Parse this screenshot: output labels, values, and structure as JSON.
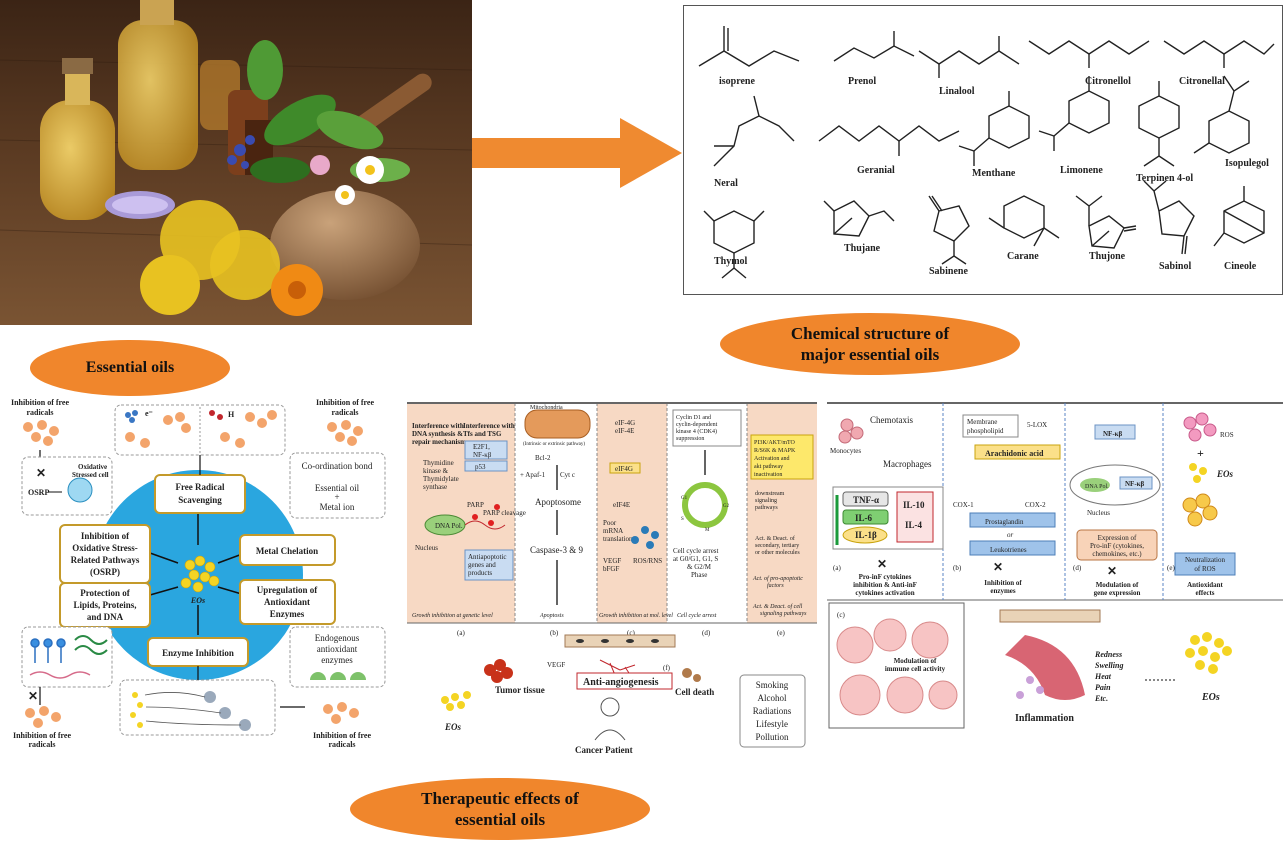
{
  "photo": {
    "label": "herbs-and-oils-photo"
  },
  "chemical_box": {
    "compounds": [
      "isoprene",
      "Prenol",
      "Linalool",
      "Citronellol",
      "Citronellal",
      "Neral",
      "Geranial",
      "Menthane",
      "Limonene",
      "Terpinen 4-ol",
      "Isopulegol",
      "Thymol",
      "Thujane",
      "Sabinene",
      "Carane",
      "Thujone",
      "Sabinol",
      "Cineole"
    ]
  },
  "blobs": {
    "essential_oils": "Essential oils",
    "chemical_structure_1": "Chemical structure of",
    "chemical_structure_2": "major essential oils",
    "therapeutic_1": "Therapeutic effects of",
    "therapeutic_2": "essential oils"
  },
  "antioxidant": {
    "center": "EOs",
    "free_radical": [
      "Free Radical",
      "Scavenging"
    ],
    "metal_chelation": "Metal Chelation",
    "osrp": [
      "Inhibition of",
      "Oxidative Stress-",
      "Related Pathways",
      "(OSRP)"
    ],
    "upregulation": [
      "Upregulation of",
      "Antioxidant",
      "Enzymes"
    ],
    "protection": [
      "Protection of",
      "Lipids, Proteins,",
      "and DNA"
    ],
    "enzyme_inhibition": "Enzyme Inhibition",
    "inhibition_free_radicals": "Inhibition of free",
    "radicals": "radicals",
    "osrp_short": "OSRP",
    "oxidative_stressed": [
      "Oxidative",
      "Stressed cell"
    ],
    "coordination": "Co-ordination bond",
    "essential_oil": "Essential oil",
    "plus": "+",
    "metal_ion": "Metal ion",
    "endogenous": [
      "Endogenous",
      "antioxidant",
      "enzymes"
    ],
    "electron": "e⁻",
    "hydrogen": "H"
  },
  "cancer": {
    "col_a_title": [
      "Interference with",
      "DNA synthesis &",
      "repair mechanism"
    ],
    "col_a_enzyme": [
      "Thymidine",
      "kinase &",
      "Thymidylate",
      "synthase"
    ],
    "col_a2_title": [
      "Interference with",
      "Tfs and TSG"
    ],
    "tfs": [
      "E2F1,",
      "NF-κβ"
    ],
    "p53": "p53",
    "dna_pol": "DNA Pol.",
    "parp": "PARP",
    "parp_cleavage": "PARP cleavage",
    "nucleus": "Nucleus",
    "antiapoptotic": [
      "Antiapoptotic",
      "genes and",
      "products"
    ],
    "mito": [
      "Mitochondria",
      "(Intrinsic or extrinsic pathway)"
    ],
    "bcl2": "Bcl-2",
    "apaf": "+ Apaf-1",
    "cytc": "Cyt c",
    "apoptosome": "Apoptosome",
    "caspase": "Caspase-3  & 9",
    "eif": [
      "eIF-4G",
      "eIF-4E"
    ],
    "eif4g": "eIF4G",
    "eif4e": "eIF4E",
    "poor_mrna": [
      "Poor",
      "mRNA",
      "translation"
    ],
    "vegf_bfgf": [
      "VEGF",
      "bFGF"
    ],
    "ros_rns": "ROS/RNS",
    "cyclin": [
      "Cyclin D1 and",
      "cyclin-dependent",
      "kinase 4 (CDK4)",
      "suppression"
    ],
    "cell_cycle": [
      "Cell cycle arrest",
      "at G0/G1, G1, S",
      "& G2/M",
      "Phase"
    ],
    "phases": [
      "G1",
      "S",
      "G2",
      "M"
    ],
    "pi3k": [
      "PI3K/AKT/mTO",
      "R/S6K & MAPK",
      "Activation and",
      "akt pathway",
      "inactivation"
    ],
    "downstream": [
      "downstream",
      "signaling",
      "pathways"
    ],
    "act_deact": [
      "Act. & Deact. of",
      "secondary, tertiary",
      "or other molecules"
    ],
    "act_pro": [
      "Act. of pro-apoptotic",
      "factors"
    ],
    "act_deact_cell": [
      "Act. & Deact. of  cell",
      "signaling pathways"
    ],
    "growth_gen": "Growth inhibition at genetic level",
    "apoptosis": "Apoptosis",
    "growth_mol": "Growth inhibition at mol. level",
    "cell_cycle_arrest": "Cell cycle arrest",
    "panel_labels": [
      "(a)",
      "(b)",
      "(c)",
      "(d)",
      "(e)",
      "(f)"
    ],
    "vegf": "VEGF",
    "tumor": "Tumor tissue",
    "anti_angio": "Anti-angiogenesis",
    "cell_death": "Cell death",
    "eos": "EOs",
    "patient": "Cancer Patient",
    "risk": [
      "Smoking",
      "Alcohol",
      "Radiations",
      "Lifestyle",
      "Pollution"
    ]
  },
  "inflammation": {
    "chemotaxis": "Chemotaxis",
    "monocytes": "Monocytes",
    "macrophages": "Macrophages",
    "tnf": "TNF-α",
    "il6": "IL-6",
    "il1b": "IL-1β",
    "il10": "IL-10",
    "il4": "IL-4",
    "pro_inf": [
      "Pro-inF cytokines",
      "inhibition & Anti-inF",
      "cytokines activation"
    ],
    "membrane": [
      "Membrane",
      "phospholipid"
    ],
    "lox": "5-LOX",
    "arachidonic": "Arachidonic acid",
    "cox1": "COX-1",
    "cox2": "COX-2",
    "prostaglandin": "Prostaglandin",
    "or": "or",
    "leukotrienes": "Leukotrienes",
    "inhib_enz": [
      "Inhibition of",
      "enzymes"
    ],
    "nfkb": "NF-κβ",
    "dna_pol": "DNA Pol.",
    "nucleus": "Nucleus",
    "expression": [
      "Expression of",
      "Pro-inF (cytokines,",
      "chemokines, etc.)"
    ],
    "modulation": [
      "Modulation of",
      "gene expression"
    ],
    "ros": "ROS",
    "eos": "EOs",
    "neutral": [
      "Neutralization",
      "of ROS"
    ],
    "antiox": [
      "Antioxidant",
      "effects"
    ],
    "panel_labels": [
      "(a)",
      "(b)",
      "(d)",
      "(e)",
      "(c)"
    ],
    "modulation_immune": [
      "Modulation of",
      "immune cell activity"
    ],
    "symptoms": [
      "Redness",
      "Swelling",
      "Heat",
      "Pain",
      "Etc."
    ],
    "inflammation": "Inflammation",
    "eos_bottom": "EOs"
  }
}
